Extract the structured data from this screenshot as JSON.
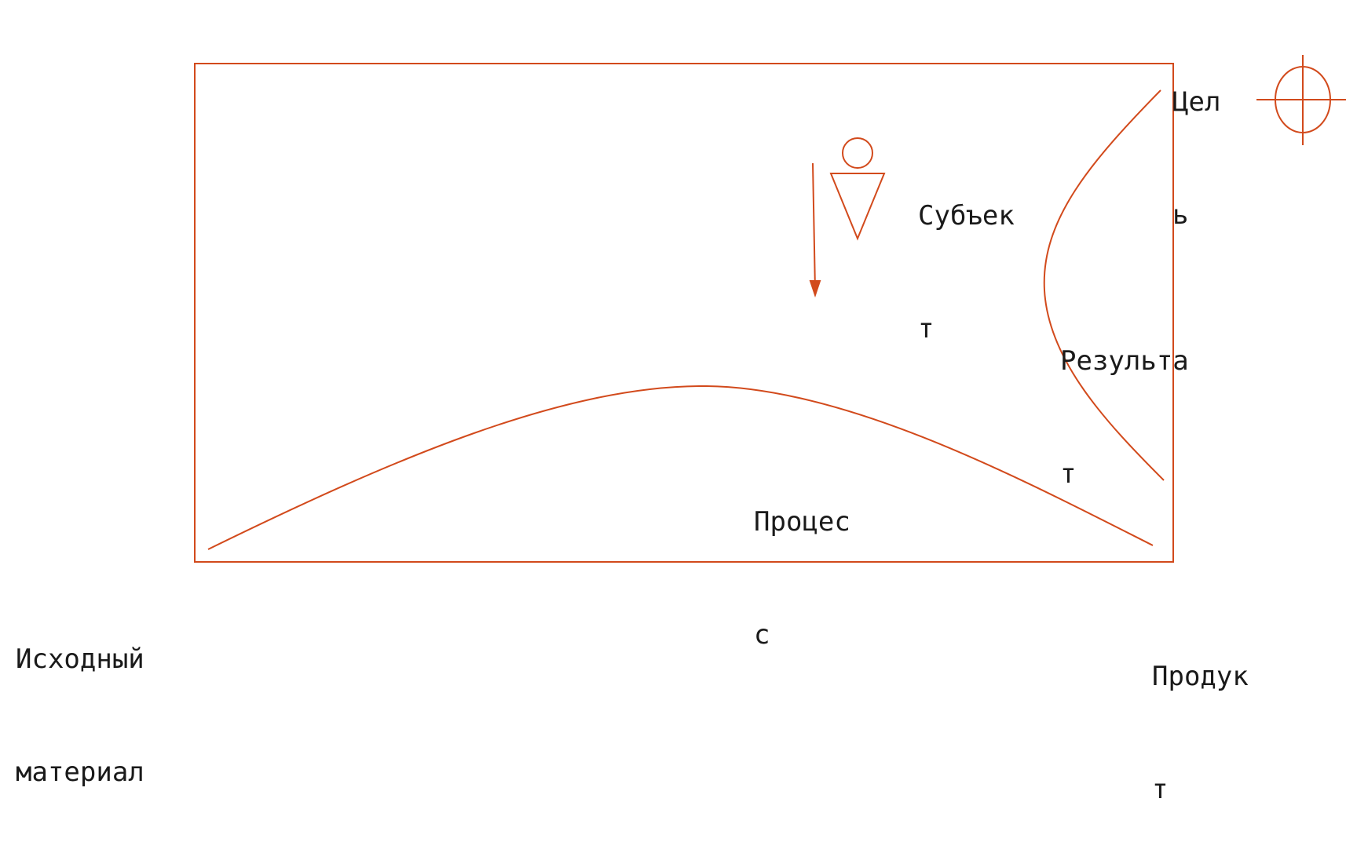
{
  "colors": {
    "stroke": "#d24a1c",
    "text": "#1a1a1a"
  },
  "labels": {
    "goal": [
      "Цел",
      "ь"
    ],
    "subject": [
      "Субъек",
      "т"
    ],
    "result": [
      "Результа",
      "т"
    ],
    "process": [
      "Процес",
      "с"
    ],
    "source": [
      "Исходный",
      "материал"
    ],
    "product": [
      "Продук",
      "т"
    ]
  },
  "icons": {
    "target": "crosshair-target-icon",
    "person": "person-icon",
    "arrow": "down-arrow"
  }
}
